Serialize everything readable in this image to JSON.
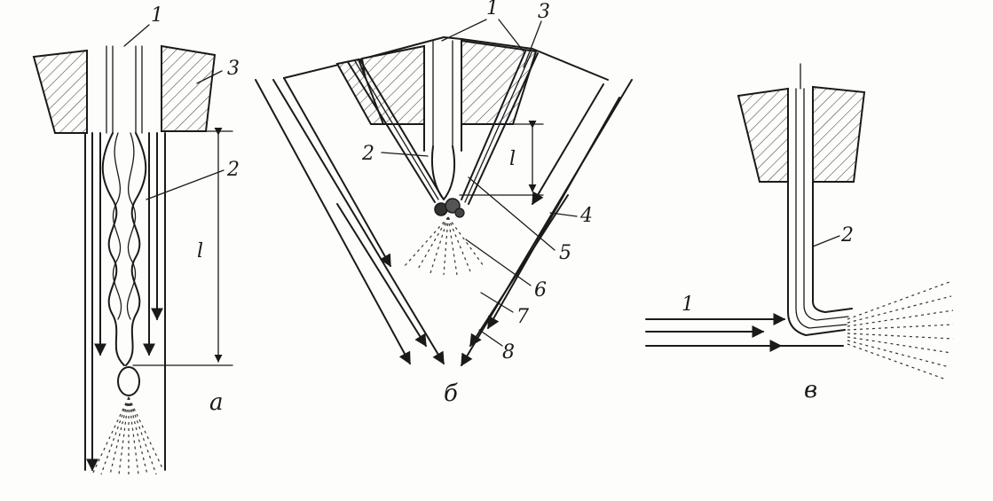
{
  "diagram_a": {
    "callouts": [
      "1",
      "2",
      "3"
    ],
    "dimension": "l",
    "caption": "а"
  },
  "diagram_b": {
    "callouts": [
      "1",
      "2",
      "3",
      "4",
      "5",
      "6",
      "7",
      "8"
    ],
    "dimension": "l",
    "caption": "б"
  },
  "diagram_c": {
    "callouts": [
      "1",
      "2"
    ],
    "caption": "в"
  },
  "colors": {
    "ink": "#1a1a1a",
    "paper": "#fdfdfb"
  }
}
